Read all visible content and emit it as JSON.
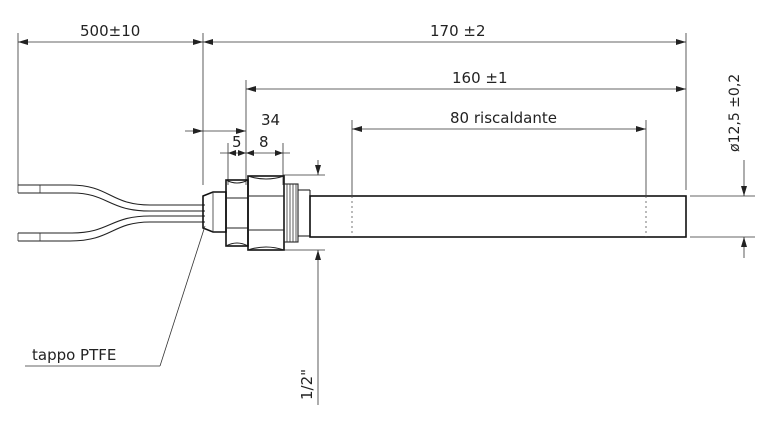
{
  "dimensions": {
    "cable_length": "500±10",
    "total_length": "170 ±2",
    "sheath_length": "160 ±1",
    "thread_offset": "34",
    "nut_width": "5",
    "thread_width": "8",
    "heated_zone": "80  riscaldante",
    "diameter": "ø12,5 ±0,2",
    "thread_size": "1/2\""
  },
  "labels": {
    "cap": "tappo  PTFE"
  }
}
